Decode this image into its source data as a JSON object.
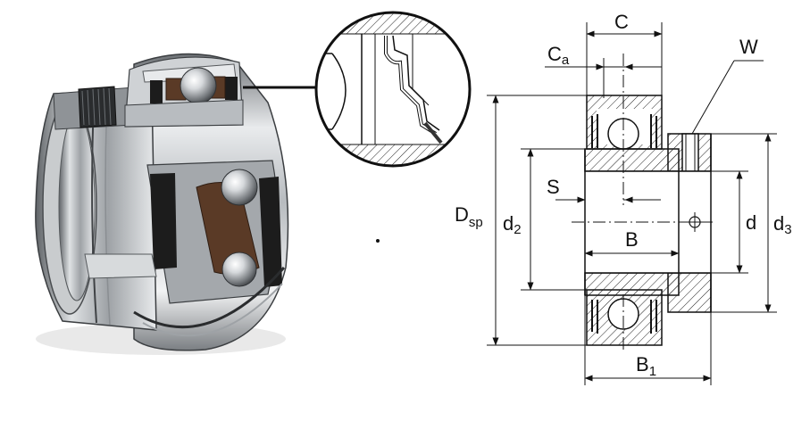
{
  "labels": {
    "C": "C",
    "Ca_main": "C",
    "Ca_sub": "a",
    "W": "W",
    "S": "S",
    "Dsp_main": "D",
    "Dsp_sub": "sp",
    "d2": "d",
    "d2_sub": "2",
    "d": "d",
    "d3": "d",
    "d3_sub": "3",
    "B": "B",
    "B1_main": "B",
    "B1_sub": "1"
  },
  "colors": {
    "line": "#111111",
    "hatch": "#222222",
    "steel_light": "#e2e4e6",
    "steel_mid": "#a9adb1",
    "steel_dark": "#4a4d50",
    "seal_black": "#1c1c1c",
    "cage_brown": "#5a3a26"
  }
}
